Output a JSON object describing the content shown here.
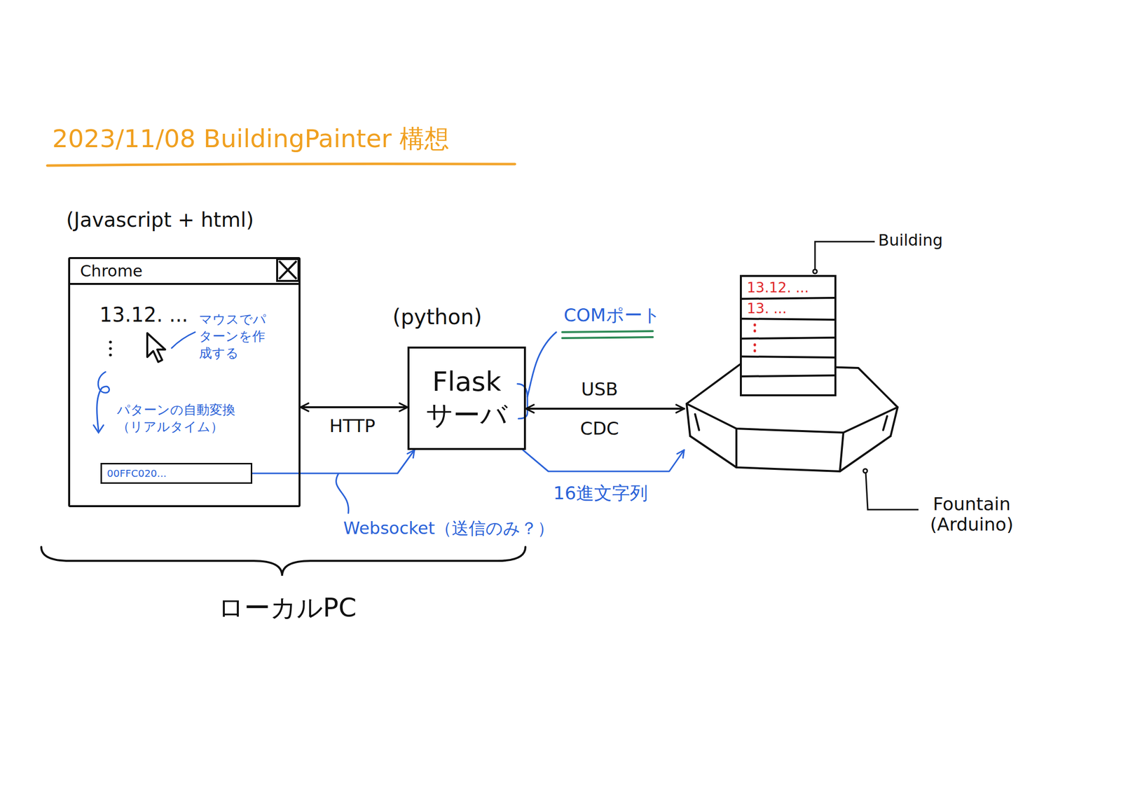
{
  "diagram": {
    "title": "2023/11/08 BuildingPainter 構想",
    "nodes": [
      {
        "text": [
          "(Javascript + html)",
          "Chrome"
        ]
      },
      {
        "text": [
          "00FFC020..."
        ],
        "in": 0
      },
      {
        "text": [
          "(python)",
          "Flask サーバ"
        ]
      },
      {
        "text": [
          "Building",
          "13.12. ...",
          "13. ..."
        ]
      },
      {
        "text": [
          "Fountain (Arduino)"
        ]
      }
    ],
    "edges": [
      {
        "from": 0,
        "to": 2,
        "arrow": "both",
        "label": "HTTP"
      },
      {
        "from": 1,
        "to": 2,
        "arrow": "to",
        "label": "Websocket（送信のみ？）"
      },
      {
        "from": 2,
        "to": 4,
        "arrow": "both",
        "label": "USB CDC"
      },
      {
        "from": 2,
        "to": 4,
        "arrow": "to",
        "label": "16進文字列"
      }
    ],
    "labels": [
      "13.12. ...",
      "マウスでパターンを作成する",
      "パターンの自動変換（リアルタイム）",
      "COMポート",
      "ローカルPC"
    ]
  }
}
